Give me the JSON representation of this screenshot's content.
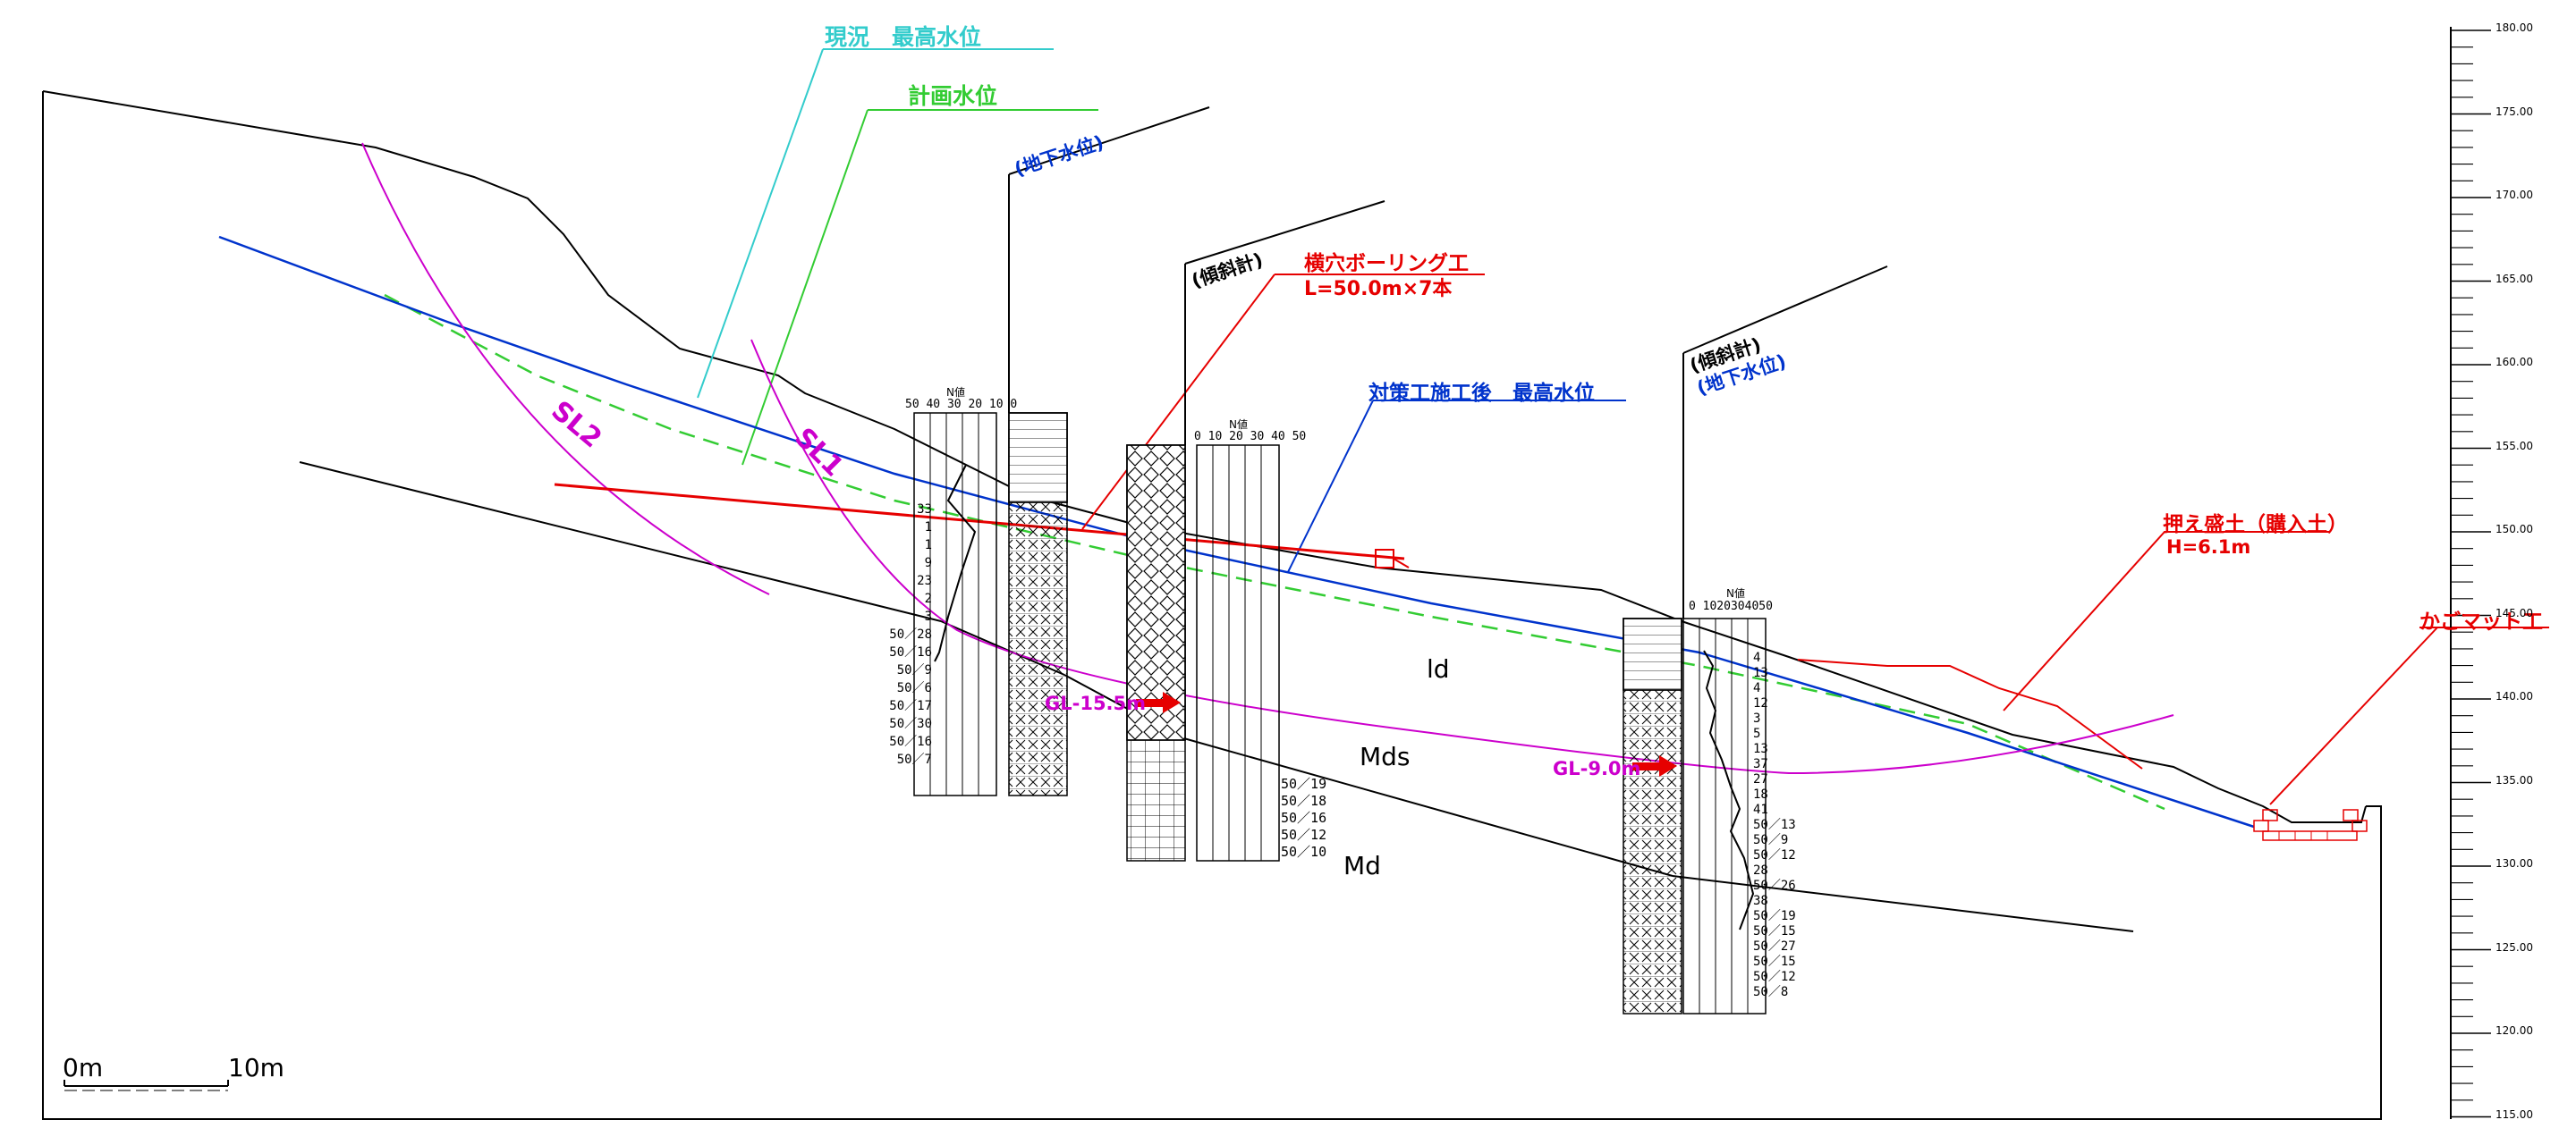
{
  "labels": {
    "current_max_water": "現況　最高水位",
    "planned_water": "計画水位",
    "groundwater": "(地下水位)",
    "inclinometer": "(傾斜計)",
    "horizontal_drain_title": "横穴ボーリング工",
    "horizontal_drain_spec": "L=50.0m×7本",
    "post_max_water": "対策工施工後　最高水位",
    "counter_fill_title": "押え盛土（購入土）",
    "counter_fill_spec": "H=6.1m",
    "gabion": "かごマット工",
    "slip1": "SL1",
    "slip2": "SL2",
    "gl_left": "GL-15.5m",
    "gl_right": "GL-9.0m",
    "layer_ld": "ld",
    "layer_mds": "Mds",
    "layer_md": "Md",
    "nvalue": "N値",
    "scale_start": "0m",
    "scale_end": "10m"
  },
  "n_axis_left": "50 40 30 20 10 0",
  "n_axis_mid": "0 10 20 30 40 50",
  "n_axis_right": "0 1020304050",
  "elevation_ticks": [
    "180.00",
    "175.00",
    "170.00",
    "165.00",
    "160.00",
    "155.00",
    "150.00",
    "145.00",
    "140.00",
    "135.00",
    "130.00",
    "125.00",
    "120.00",
    "115.00"
  ],
  "boring1_nvalues": [
    "33",
    "1",
    "1",
    "9",
    "23",
    "2",
    "3",
    "50／28",
    "50／16",
    "50／9",
    "50／6",
    "50／17",
    "50／30",
    "50／16",
    "50／7"
  ],
  "boring2_nvalues": [
    "50／19",
    "50／18",
    "50／16",
    "50／12",
    "50／10"
  ],
  "boring3_nvalues": [
    "4",
    "13",
    "4",
    "12",
    "3",
    "5",
    "13",
    "37",
    "27",
    "18",
    "41",
    "50／13",
    "50／9",
    "50／12",
    "28",
    "50／26",
    "38",
    "50／19",
    "50／15",
    "50／27",
    "50／15",
    "50／12",
    "50／8"
  ],
  "colors": {
    "ground": "#000000",
    "current_water": "#33cccc",
    "planned_water": "#33cc33",
    "post_water": "#0033cc",
    "slip": "#cc00cc",
    "drain": "#e60000",
    "fill": "#e60000",
    "groundwater_label": "#0033cc"
  }
}
